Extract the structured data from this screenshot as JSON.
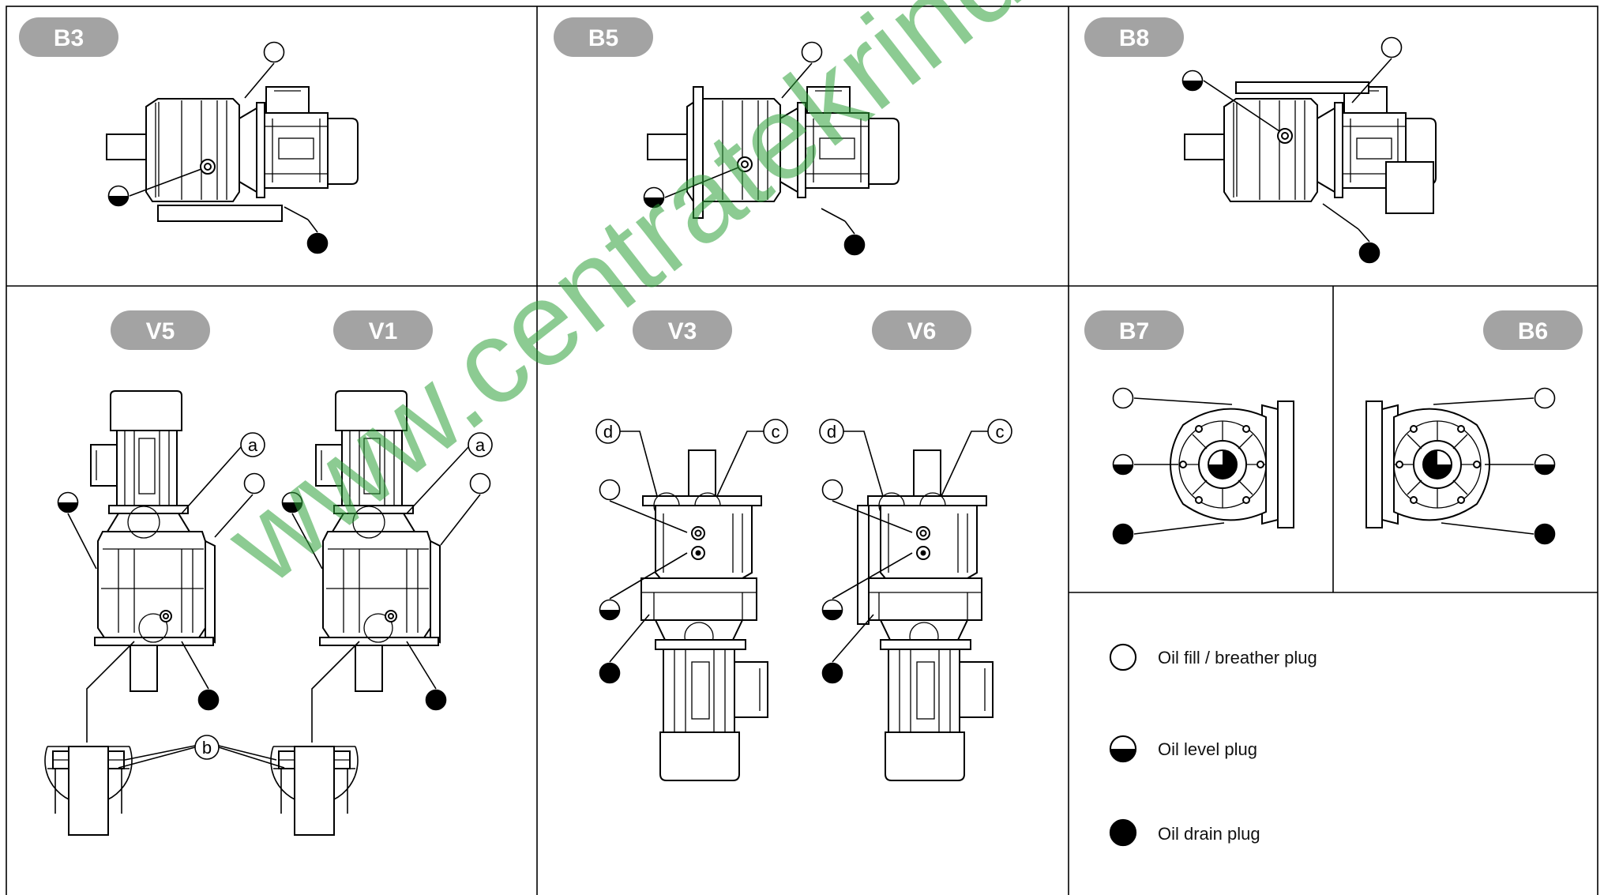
{
  "positions": {
    "b3": "B3",
    "b5": "B5",
    "b8": "B8",
    "v5": "V5",
    "v1": "V1",
    "v3": "V3",
    "v6": "V6",
    "b7": "B7",
    "b6": "B6"
  },
  "callouts": {
    "a": "a",
    "b": "b",
    "c": "c",
    "d": "d"
  },
  "legend": {
    "fill": "Oil fill / breather plug",
    "level": "Oil level plug",
    "drain": "Oil drain plug"
  },
  "watermark": "www.centratekrindo.com",
  "colors": {
    "pill": "#a3a3a3",
    "watermark": "#2fa23a",
    "line": "#000000"
  }
}
